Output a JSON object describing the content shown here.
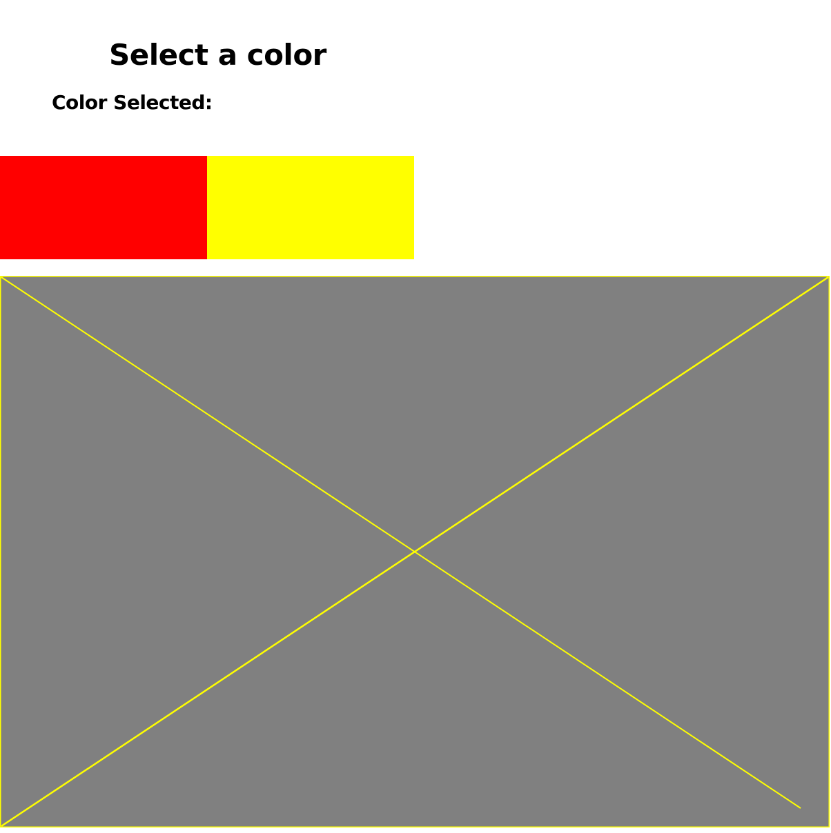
{
  "header": {
    "title": "Select a color",
    "selected_label": "Color Selected:"
  },
  "swatches": [
    {
      "name": "red",
      "color": "#ff0000"
    },
    {
      "name": "yellow",
      "color": "#ffff00"
    }
  ],
  "canvas": {
    "background": "#808080",
    "stroke": "#ffff00"
  }
}
